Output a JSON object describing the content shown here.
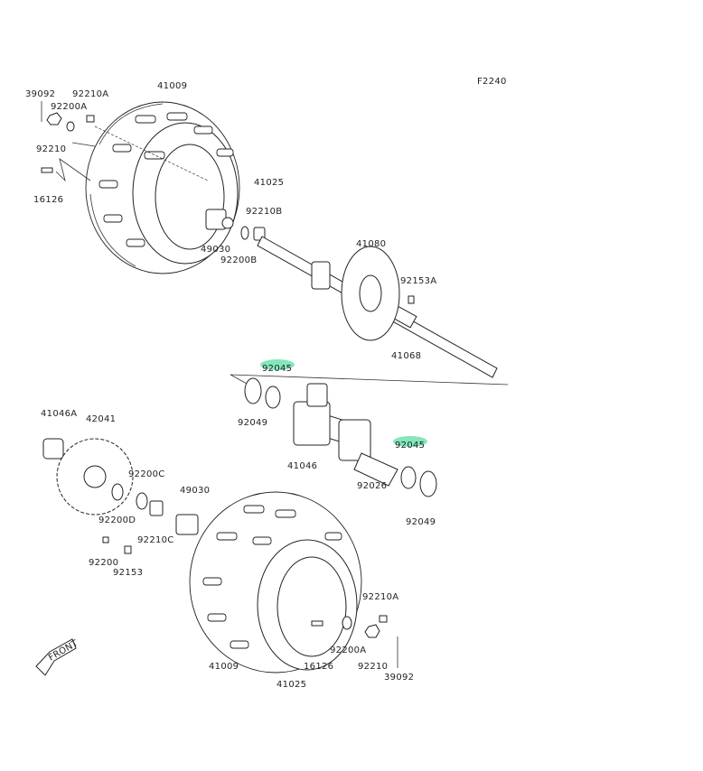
{
  "figure_code": "F2240",
  "highlight_color": "#6fe3b0",
  "front_label": "FRONT",
  "labels": {
    "p39092_top": "39092",
    "p92210A_top": "92210A",
    "p41009_top": "41009",
    "p92200A_top": "92200A",
    "p92210_top": "92210",
    "p16126_top": "16126",
    "p41025_top": "41025",
    "p92210B": "92210B",
    "p49030_top": "49030",
    "p92200B": "92200B",
    "p41080": "41080",
    "p92153A": "92153A",
    "p41068": "41068",
    "p92045_a": "92045",
    "p92049_a": "92049",
    "p41046": "41046",
    "p92045_b": "92045",
    "p92026": "92026",
    "p92049_b": "92049",
    "p41046A": "41046A",
    "p42041": "42041",
    "p92200C": "92200C",
    "p49030_bot": "49030",
    "p92200D": "92200D",
    "p92210C": "92210C",
    "p92200": "92200",
    "p92153": "92153",
    "p92210A_bot": "92210A",
    "p92200A_bot": "92200A",
    "p16126_bot": "16126",
    "p92210_bot": "92210",
    "p41009_bot": "41009",
    "p41025_bot": "41025",
    "p39092_bot": "39092"
  }
}
